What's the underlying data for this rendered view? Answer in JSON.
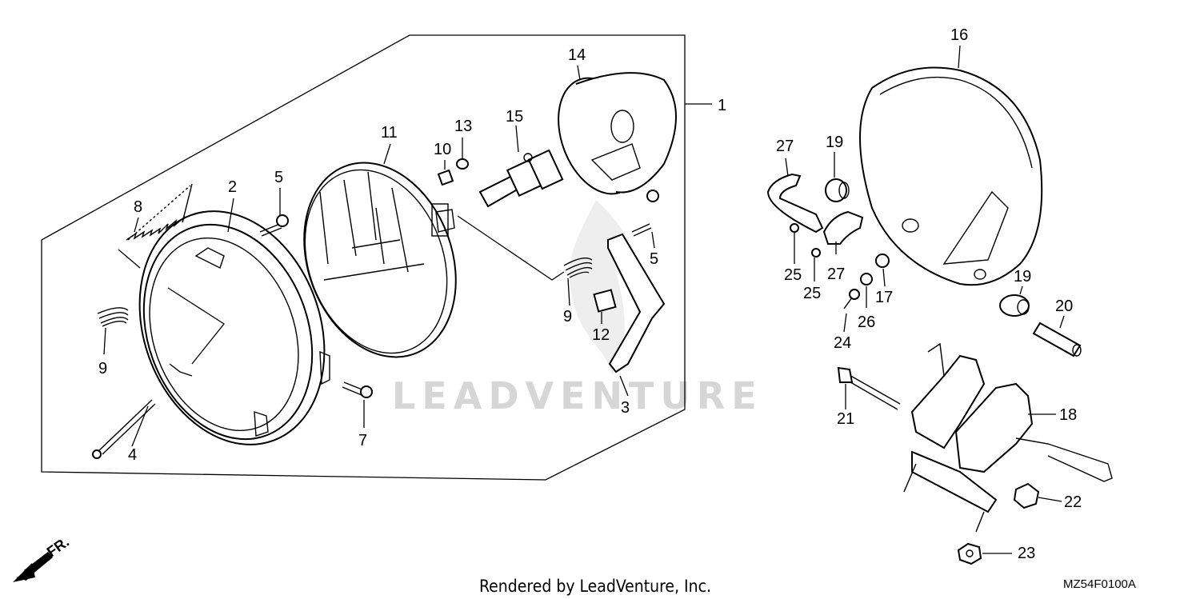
{
  "diagram": {
    "callouts": [
      {
        "id": "c1",
        "text": "1"
      },
      {
        "id": "c2",
        "text": "2"
      },
      {
        "id": "c3",
        "text": "3"
      },
      {
        "id": "c4",
        "text": "4"
      },
      {
        "id": "c5a",
        "text": "5"
      },
      {
        "id": "c5b",
        "text": "5"
      },
      {
        "id": "c7",
        "text": "7"
      },
      {
        "id": "c8",
        "text": "8"
      },
      {
        "id": "c9a",
        "text": "9"
      },
      {
        "id": "c9b",
        "text": "9"
      },
      {
        "id": "c10",
        "text": "10"
      },
      {
        "id": "c11",
        "text": "11"
      },
      {
        "id": "c12",
        "text": "12"
      },
      {
        "id": "c13",
        "text": "13"
      },
      {
        "id": "c14",
        "text": "14"
      },
      {
        "id": "c15",
        "text": "15"
      },
      {
        "id": "c16",
        "text": "16"
      },
      {
        "id": "c17",
        "text": "17"
      },
      {
        "id": "c18",
        "text": "18"
      },
      {
        "id": "c19a",
        "text": "19"
      },
      {
        "id": "c19b",
        "text": "19"
      },
      {
        "id": "c20",
        "text": "20"
      },
      {
        "id": "c21",
        "text": "21"
      },
      {
        "id": "c22",
        "text": "22"
      },
      {
        "id": "c23",
        "text": "23"
      },
      {
        "id": "c24",
        "text": "24"
      },
      {
        "id": "c25a",
        "text": "25"
      },
      {
        "id": "c25b",
        "text": "25"
      },
      {
        "id": "c26",
        "text": "26"
      },
      {
        "id": "c27a",
        "text": "27"
      },
      {
        "id": "c27b",
        "text": "27"
      }
    ],
    "watermark": "LEADVENTURE",
    "direction_label": "FR.",
    "footer_text": "Rendered by LeadVenture, Inc.",
    "diagram_code": "MZ54F0100A"
  }
}
